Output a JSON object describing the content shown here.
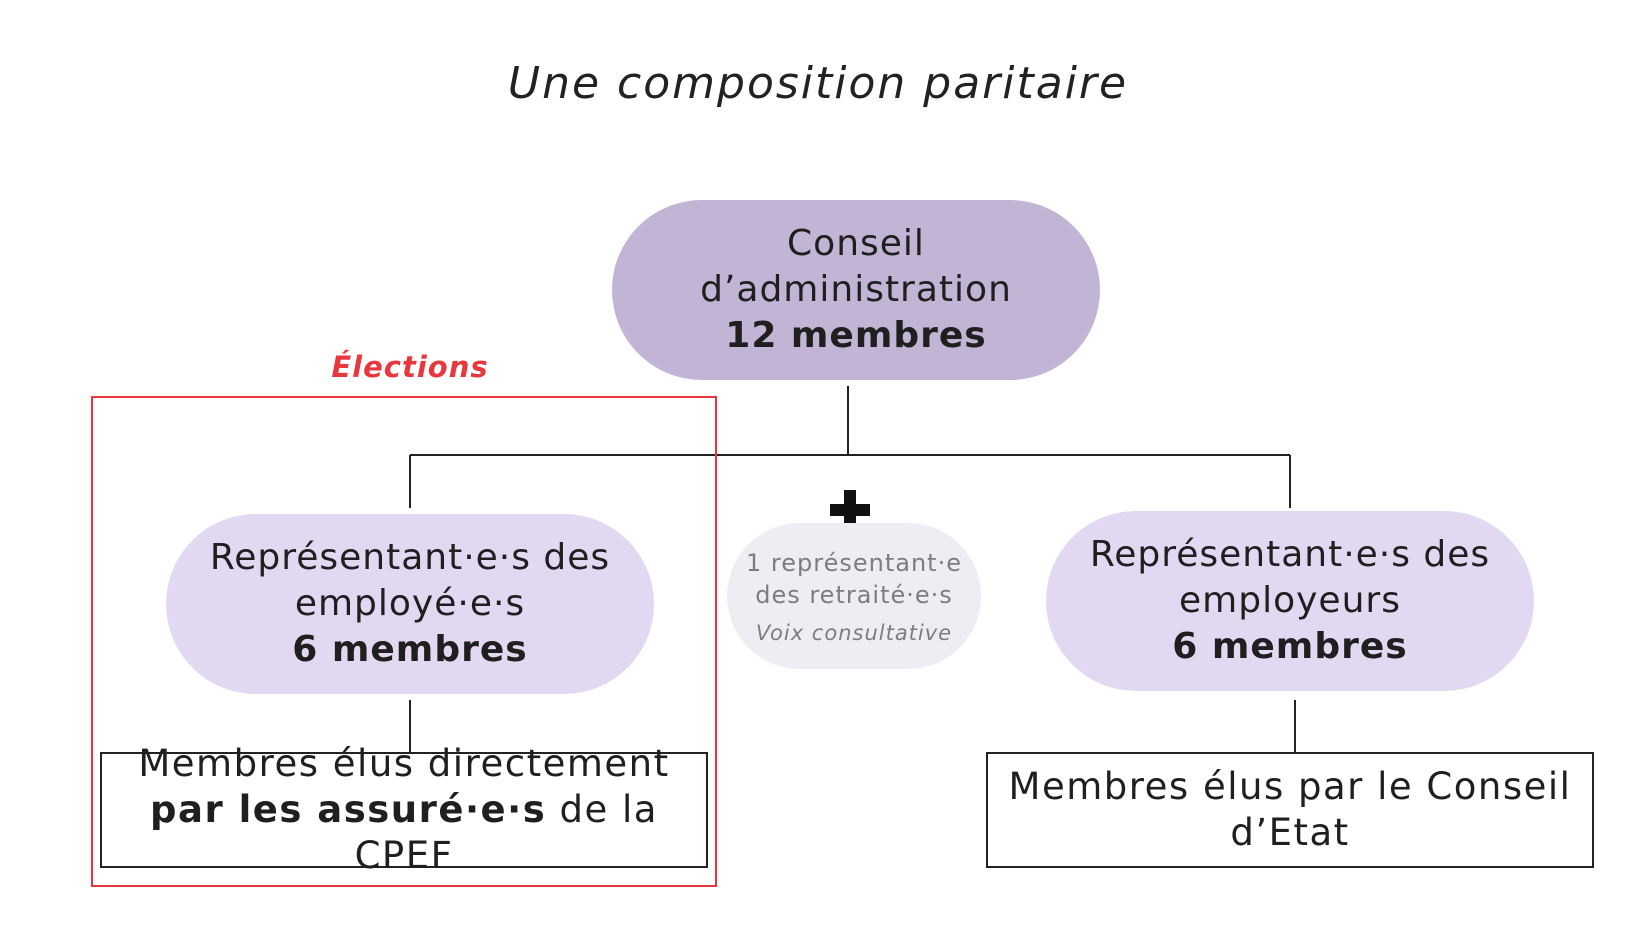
{
  "title": "Une composition paritaire",
  "conseil": {
    "line1": "Conseil",
    "line2": "d’administration",
    "count": "12 membres"
  },
  "elections_label": "Élections",
  "employes": {
    "line1": "Représentant·e·s des",
    "line2": "employé·e·s",
    "count": "6 membres"
  },
  "retraites": {
    "line1": "1 représentant·e",
    "line2": "des retraité·e·s",
    "note": "Voix consultative"
  },
  "employeurs": {
    "line1": "Représentant·e·s des",
    "line2": "employeurs",
    "count": "6 membres"
  },
  "left_box": {
    "line1": "Membres élus directement",
    "bold": "par les assuré·e·s",
    "rest": " de la CPEF"
  },
  "right_box": {
    "line1": "Membres élus par le Conseil",
    "line2": "d’Etat"
  },
  "colors": {
    "conseil": "#c1b4d4",
    "representatives": "#e3d8f2",
    "retraites": "#efedf3",
    "elections": "#e8383d"
  }
}
